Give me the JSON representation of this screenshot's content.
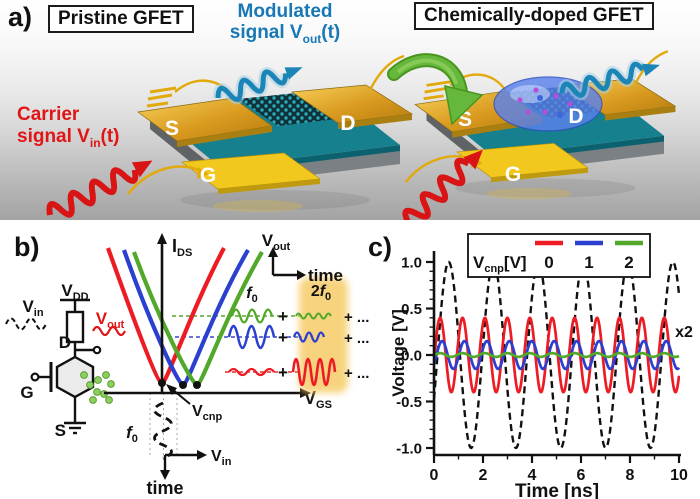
{
  "panels": {
    "a": "a)",
    "b": "b)",
    "c": "c)"
  },
  "panel_a": {
    "pristine_box": "Pristine GFET",
    "doped_box": "Chemically-doped GFET",
    "modulated": {
      "line1": "Modulated",
      "line2_pre": "signal V",
      "sub": "out",
      "post": "(t)"
    },
    "carrier": {
      "line1": "Carrier",
      "line2_pre": "signal V",
      "sub": "in",
      "post": "(t)"
    },
    "left_device": {
      "source": "S",
      "drain": "D",
      "gate": "G"
    },
    "right_device": {
      "source": "S",
      "drain": "D",
      "gate": "G"
    },
    "colors": {
      "modulated_text": "#1778b5",
      "carrier_text": "#e01515",
      "signal_blue": "#1b85b8",
      "signal_red": "#d91414",
      "arrow_green": "#66b83c",
      "gold": "#d99a1e",
      "gate_yellow": "#f2c81f",
      "graphene_teal": "#17808e",
      "droplet_blue": "#5a82eb"
    }
  },
  "panel_b": {
    "circuit": {
      "vdd": "V",
      "vdd_sub": "DD",
      "d": "D",
      "vout": "V",
      "vout_sub": "out",
      "vin": "V",
      "vin_sub": "in",
      "g": "G",
      "s": "S"
    },
    "plot": {
      "ids": "I",
      "ids_sub": "DS",
      "vgs": "V",
      "vgs_sub": "GS",
      "vcnp": "V",
      "vcnp_sub": "cnp"
    },
    "input": {
      "f0": "f",
      "f0_sub": "0",
      "vin": "V",
      "vin_sub": "in",
      "time": "time"
    },
    "decomp": {
      "f0": "f",
      "f0_sub": "0",
      "f2_pre": "2",
      "f2": "f",
      "f2_sub": "0",
      "plus": "+",
      "plus_dots": "+ ...",
      "vout": "V",
      "vout_sub": "out",
      "time": "time"
    },
    "curve_colors": {
      "vcnp0": "#ed1c24",
      "vcnp1": "#2b3fd0",
      "vcnp2": "#52a829"
    }
  },
  "panel_c": {
    "legend_title_pre": "V",
    "legend_title_sub": "cnp",
    "legend_title_post": "[V]",
    "x2": "x2"
  },
  "chart_data": {
    "type": "line",
    "xlabel": "Time [ns]",
    "ylabel": "Voltage [V]",
    "xlim": [
      0,
      10
    ],
    "ylim": [
      -1.0,
      1.0
    ],
    "x_ticks": [
      0,
      2,
      4,
      6,
      8,
      10
    ],
    "x_tick_labels": [
      "0",
      "2",
      "4",
      "6",
      "8",
      "10"
    ],
    "x_minor_ticks": [
      1,
      3,
      5,
      7,
      9
    ],
    "y_ticks": [
      1.0,
      0.5,
      0.0,
      -0.5,
      -1.0
    ],
    "y_tick_labels": [
      "1.0",
      "0.5",
      "0.0",
      "-0.5",
      "-1.0"
    ],
    "y_minor_step_V": 0.1,
    "grid": false,
    "legend_title": "V_cnp[V]",
    "legend_position": "top",
    "annotation_x2": "x2",
    "series": [
      {
        "name": "V_in input carrier (scaled x2)",
        "legend_label": null,
        "style": "dashed",
        "color": "#111111",
        "amplitude_V": 1.0,
        "period_ns": 1.83,
        "peak_t_ns": 0.6
      },
      {
        "name": "V_cnp = 0 V output",
        "legend_label": "0",
        "style": "solid",
        "color": "#ed1c24",
        "amplitude_V": 0.4,
        "period_ns": 0.915,
        "peak_t_ns": 0.25
      },
      {
        "name": "V_cnp = 1 V output",
        "legend_label": "1",
        "style": "solid",
        "color": "#2b3fd0",
        "amplitude_V": 0.15,
        "period_ns": 0.915,
        "peak_t_ns": 0.33
      },
      {
        "name": "V_cnp = 2 V output",
        "legend_label": "2",
        "style": "solid",
        "color": "#52a829",
        "amplitude_V": 0.02,
        "period_ns": 0.915,
        "peak_t_ns": 0.25
      }
    ]
  }
}
